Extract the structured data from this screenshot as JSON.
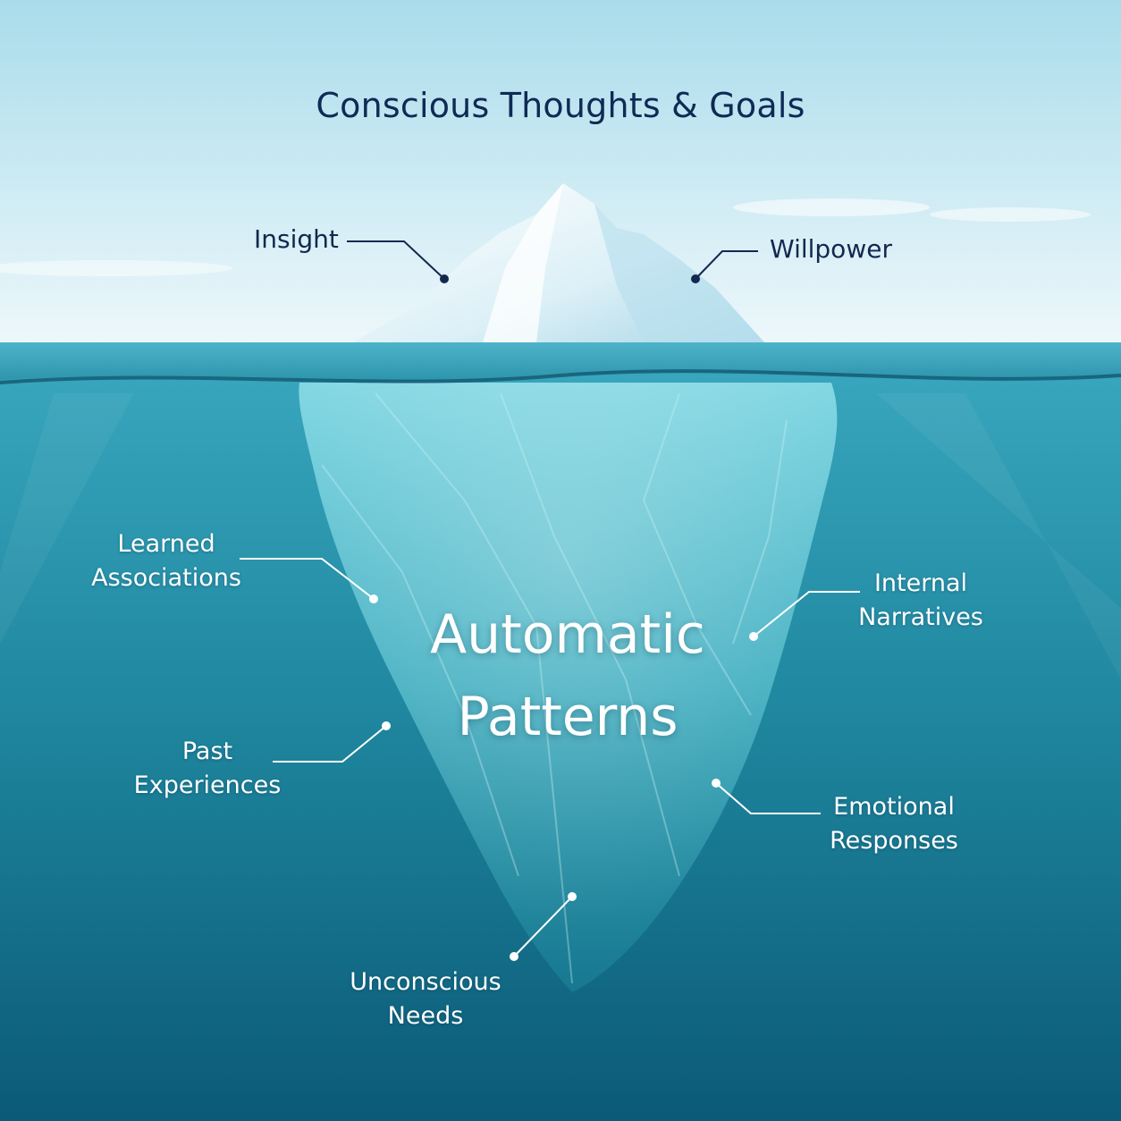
{
  "title": "Conscious Thoughts & Goals",
  "center_label": {
    "line1": "Automatic",
    "line2": "Patterns"
  },
  "above_labels": {
    "insight": "Insight",
    "willpower": "Willpower"
  },
  "below_labels": {
    "learned_associations": {
      "line1": "Learned",
      "line2": "Associations"
    },
    "internal_narratives": {
      "line1": "Internal",
      "line2": "Narratives"
    },
    "past_experiences": {
      "line1": "Past",
      "line2": "Experiences"
    },
    "emotional_responses": {
      "line1": "Emotional",
      "line2": "Responses"
    },
    "unconscious_needs": {
      "line1": "Unconscious",
      "line2": "Needs"
    }
  },
  "colors": {
    "sky_top": "#a9dceb",
    "sky_bottom": "#eef8fb",
    "water_surface": "#38a6bd",
    "water_deep": "#0b5a77",
    "title_text": "#0f2a55",
    "label_text_above": "#13284e",
    "label_text_below": "#ffffff"
  }
}
